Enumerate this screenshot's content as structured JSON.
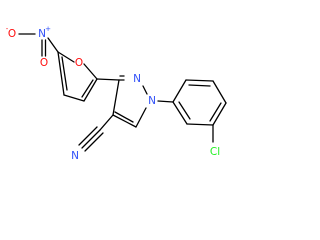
{
  "molecule": {
    "atoms": {
      "nitro_o_left": {
        "label": "O",
        "color": "#ff0d0d"
      },
      "nitro_charge_minus": {
        "label": "-",
        "color": "#ff0d0d"
      },
      "nitro_n": {
        "label": "N",
        "color": "#3050f8"
      },
      "nitro_charge_plus": {
        "label": "+",
        "color": "#3050f8"
      },
      "nitro_o_bottom": {
        "label": "O",
        "color": "#ff0d0d"
      },
      "furan_o": {
        "label": "O",
        "color": "#ff0d0d"
      },
      "pyrazole_n2": {
        "label": "N",
        "color": "#3050f8"
      },
      "pyrazole_n1": {
        "label": "N",
        "color": "#3050f8"
      },
      "nitrile_n": {
        "label": "N",
        "color": "#3050f8"
      },
      "chlorine": {
        "label": "Cl",
        "color": "#1ff01f"
      }
    }
  }
}
